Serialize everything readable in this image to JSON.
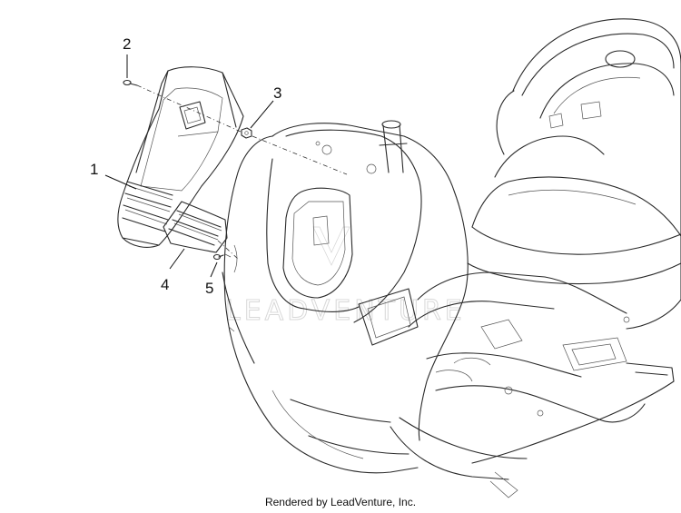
{
  "callouts": [
    {
      "id": "1",
      "label": "1"
    },
    {
      "id": "2",
      "label": "2"
    },
    {
      "id": "3",
      "label": "3"
    },
    {
      "id": "4",
      "label": "4"
    },
    {
      "id": "5",
      "label": "5"
    }
  ],
  "watermark": "LEADVENTURE",
  "footer": "Rendered by LeadVenture, Inc."
}
